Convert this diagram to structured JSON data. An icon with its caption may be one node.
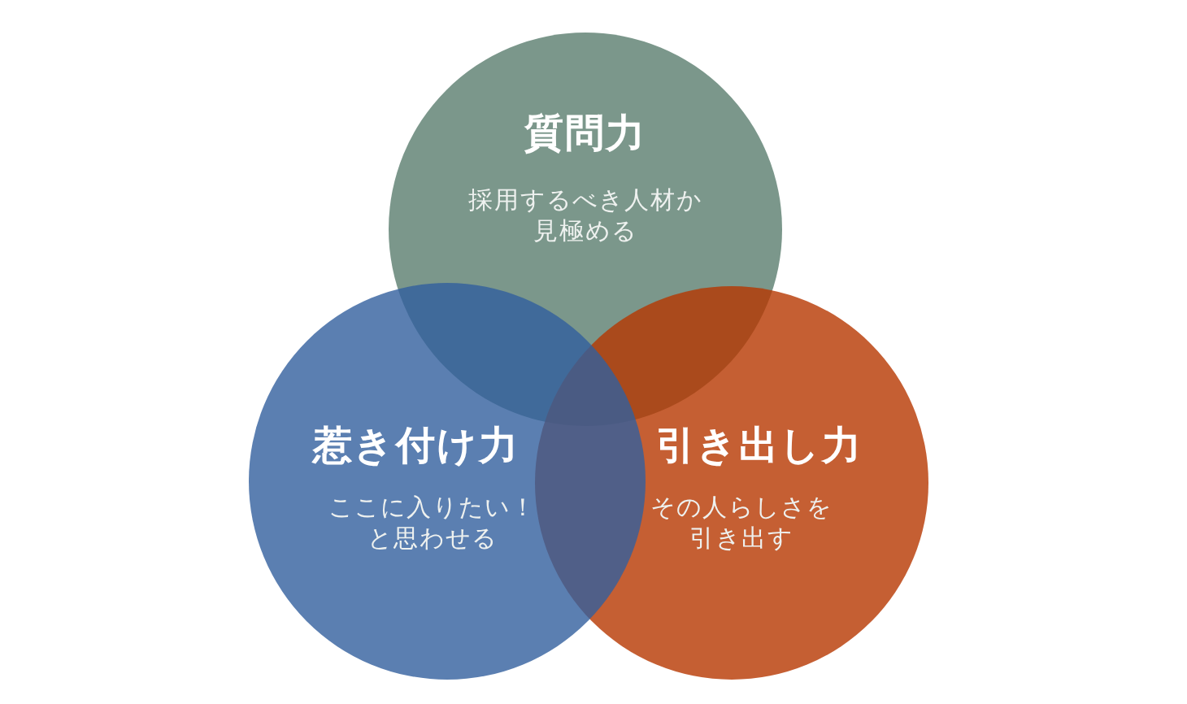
{
  "diagram": {
    "nodes": [
      {
        "text": [
          "質問力",
          "採用するべき人材か見極める"
        ]
      },
      {
        "text": [
          "惹き付け力",
          "ここに入りたい！と思わせる"
        ]
      },
      {
        "text": [
          "引き出し力",
          "その人らしさを引き出す"
        ]
      }
    ]
  }
}
